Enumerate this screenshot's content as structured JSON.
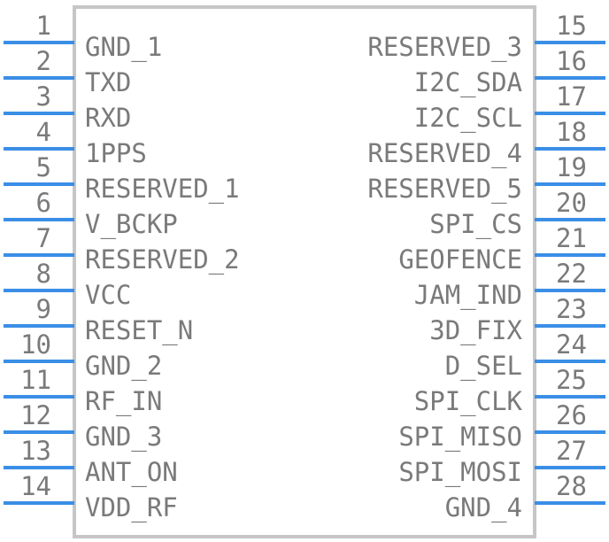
{
  "colors": {
    "pin_line": "#3a8ee6",
    "body_outline": "#c6c6c6",
    "text": "#7a7a7a",
    "background": "#ffffff"
  },
  "left_pins": [
    {
      "number": "1",
      "name": "GND_1"
    },
    {
      "number": "2",
      "name": "TXD"
    },
    {
      "number": "3",
      "name": "RXD"
    },
    {
      "number": "4",
      "name": "1PPS"
    },
    {
      "number": "5",
      "name": "RESERVED_1"
    },
    {
      "number": "6",
      "name": "V_BCKP"
    },
    {
      "number": "7",
      "name": "RESERVED_2"
    },
    {
      "number": "8",
      "name": "VCC"
    },
    {
      "number": "9",
      "name": "RESET_N"
    },
    {
      "number": "10",
      "name": "GND_2"
    },
    {
      "number": "11",
      "name": "RF_IN"
    },
    {
      "number": "12",
      "name": "GND_3"
    },
    {
      "number": "13",
      "name": "ANT_ON"
    },
    {
      "number": "14",
      "name": "VDD_RF"
    }
  ],
  "right_pins": [
    {
      "number": "15",
      "name": "RESERVED_3"
    },
    {
      "number": "16",
      "name": "I2C_SDA"
    },
    {
      "number": "17",
      "name": "I2C_SCL"
    },
    {
      "number": "18",
      "name": "RESERVED_4"
    },
    {
      "number": "19",
      "name": "RESERVED_5"
    },
    {
      "number": "20",
      "name": "SPI_CS"
    },
    {
      "number": "21",
      "name": "GEOFENCE"
    },
    {
      "number": "22",
      "name": "JAM_IND"
    },
    {
      "number": "23",
      "name": "3D_FIX"
    },
    {
      "number": "24",
      "name": "D_SEL"
    },
    {
      "number": "25",
      "name": "SPI_CLK"
    },
    {
      "number": "26",
      "name": "SPI_MISO"
    },
    {
      "number": "27",
      "name": "SPI_MOSI"
    },
    {
      "number": "28",
      "name": "GND_4"
    }
  ]
}
